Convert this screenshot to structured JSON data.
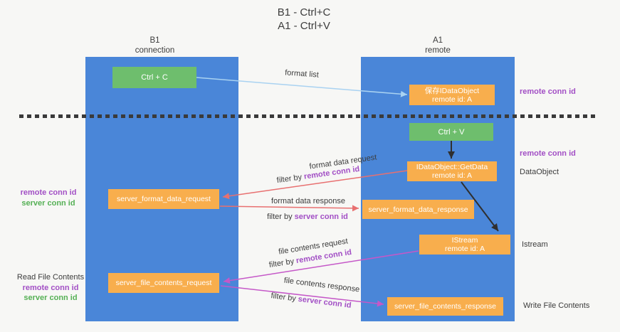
{
  "title": {
    "line1": "B1 - Ctrl+C",
    "line2": "A1 - Ctrl+V"
  },
  "lifelines": {
    "left": {
      "name": "B1",
      "role": "connection"
    },
    "right": {
      "name": "A1",
      "role": "remote"
    }
  },
  "boxes": {
    "ctrl_c": {
      "label": "Ctrl + C"
    },
    "ctrl_v": {
      "label": "Ctrl + V"
    },
    "save_dataobject": {
      "line1": "保存IDataObject",
      "line2": "remote id: A"
    },
    "getdata": {
      "line1": "IDataObject::GetData",
      "line2": "remote id: A"
    },
    "istream": {
      "line1": "IStream",
      "line2": "remote id: A"
    },
    "format_request": {
      "label": "server_format_data_request"
    },
    "format_response": {
      "label": "server_format_data_response"
    },
    "file_request": {
      "label": "server_file_contents_request"
    },
    "file_response": {
      "label": "server_file_contents_response"
    }
  },
  "flows": {
    "format_list": {
      "label": "format list"
    },
    "format_request": {
      "label": "format data request",
      "filter_prefix": "filter by ",
      "filter_key": "remote conn id"
    },
    "format_response": {
      "label": "format data response",
      "filter_prefix": "filter by ",
      "filter_key": "server conn id"
    },
    "file_request": {
      "label": "file contents request",
      "filter_prefix": "filter by ",
      "filter_key": "remote conn id"
    },
    "file_response": {
      "label": "file contents response",
      "filter_prefix": "filter by ",
      "filter_key": "server conn id"
    }
  },
  "annotations": {
    "remote_conn_id_top": "remote conn id",
    "remote_conn_id_mid": "remote conn id",
    "dataobject": "DataObject",
    "istream": "Istream",
    "write_file_contents": "Write File Contents",
    "read_file_contents": "Read File Contents",
    "left_mid": {
      "remote": "remote conn id",
      "server": "server conn id"
    },
    "left_bottom": {
      "remote": "remote conn id",
      "server": "server conn id"
    }
  },
  "colors": {
    "lifeline_blue": "#4a86d8",
    "action_green": "#6ebe6d",
    "message_orange": "#f8ae4d",
    "arrow_lightblue": "#a9d2f1",
    "arrow_red": "#e87070",
    "arrow_magenta": "#c558c8",
    "arrow_black": "#2f2f2f",
    "text_purple": "#a24fc5",
    "text_green": "#55b055",
    "divider_dark": "#3a3a3a"
  }
}
